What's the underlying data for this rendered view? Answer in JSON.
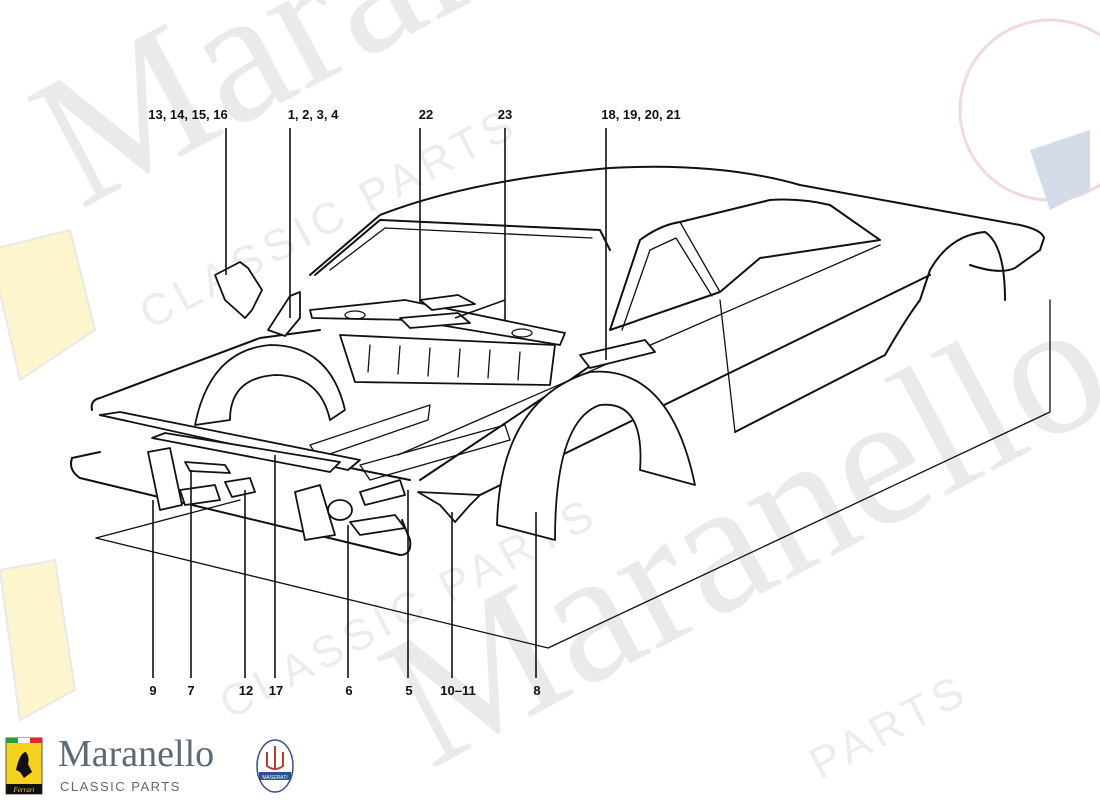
{
  "diagram": {
    "callouts_top": [
      {
        "id": "c-13-16",
        "text": "13, 14, 15, 16"
      },
      {
        "id": "c-1-4",
        "text": "1, 2, 3, 4"
      },
      {
        "id": "c-22",
        "text": "22"
      },
      {
        "id": "c-23",
        "text": "23"
      },
      {
        "id": "c-18-21",
        "text": "18, 19, 20, 21"
      }
    ],
    "callouts_bottom": [
      {
        "id": "c-9",
        "text": "9"
      },
      {
        "id": "c-7",
        "text": "7"
      },
      {
        "id": "c-12",
        "text": "12"
      },
      {
        "id": "c-17",
        "text": "17"
      },
      {
        "id": "c-6",
        "text": "6"
      },
      {
        "id": "c-5",
        "text": "5"
      },
      {
        "id": "c-10-11",
        "text": "10–11"
      },
      {
        "id": "c-8",
        "text": "8"
      }
    ]
  },
  "watermark": {
    "big_word": "Maranello",
    "small_word_1": "CLASSIC PARTS",
    "small_word_2": "PARTS"
  },
  "brand": {
    "name": "Maranello",
    "tagline": "CLASSIC PARTS",
    "ferrari_badge_text": "Ferrari",
    "maserati_badge_text": "MASERATI"
  },
  "colors": {
    "brand_text": "#5d6a75",
    "ferrari_yellow": "#f6d21c",
    "maserati_blue": "#2f4e8f"
  }
}
